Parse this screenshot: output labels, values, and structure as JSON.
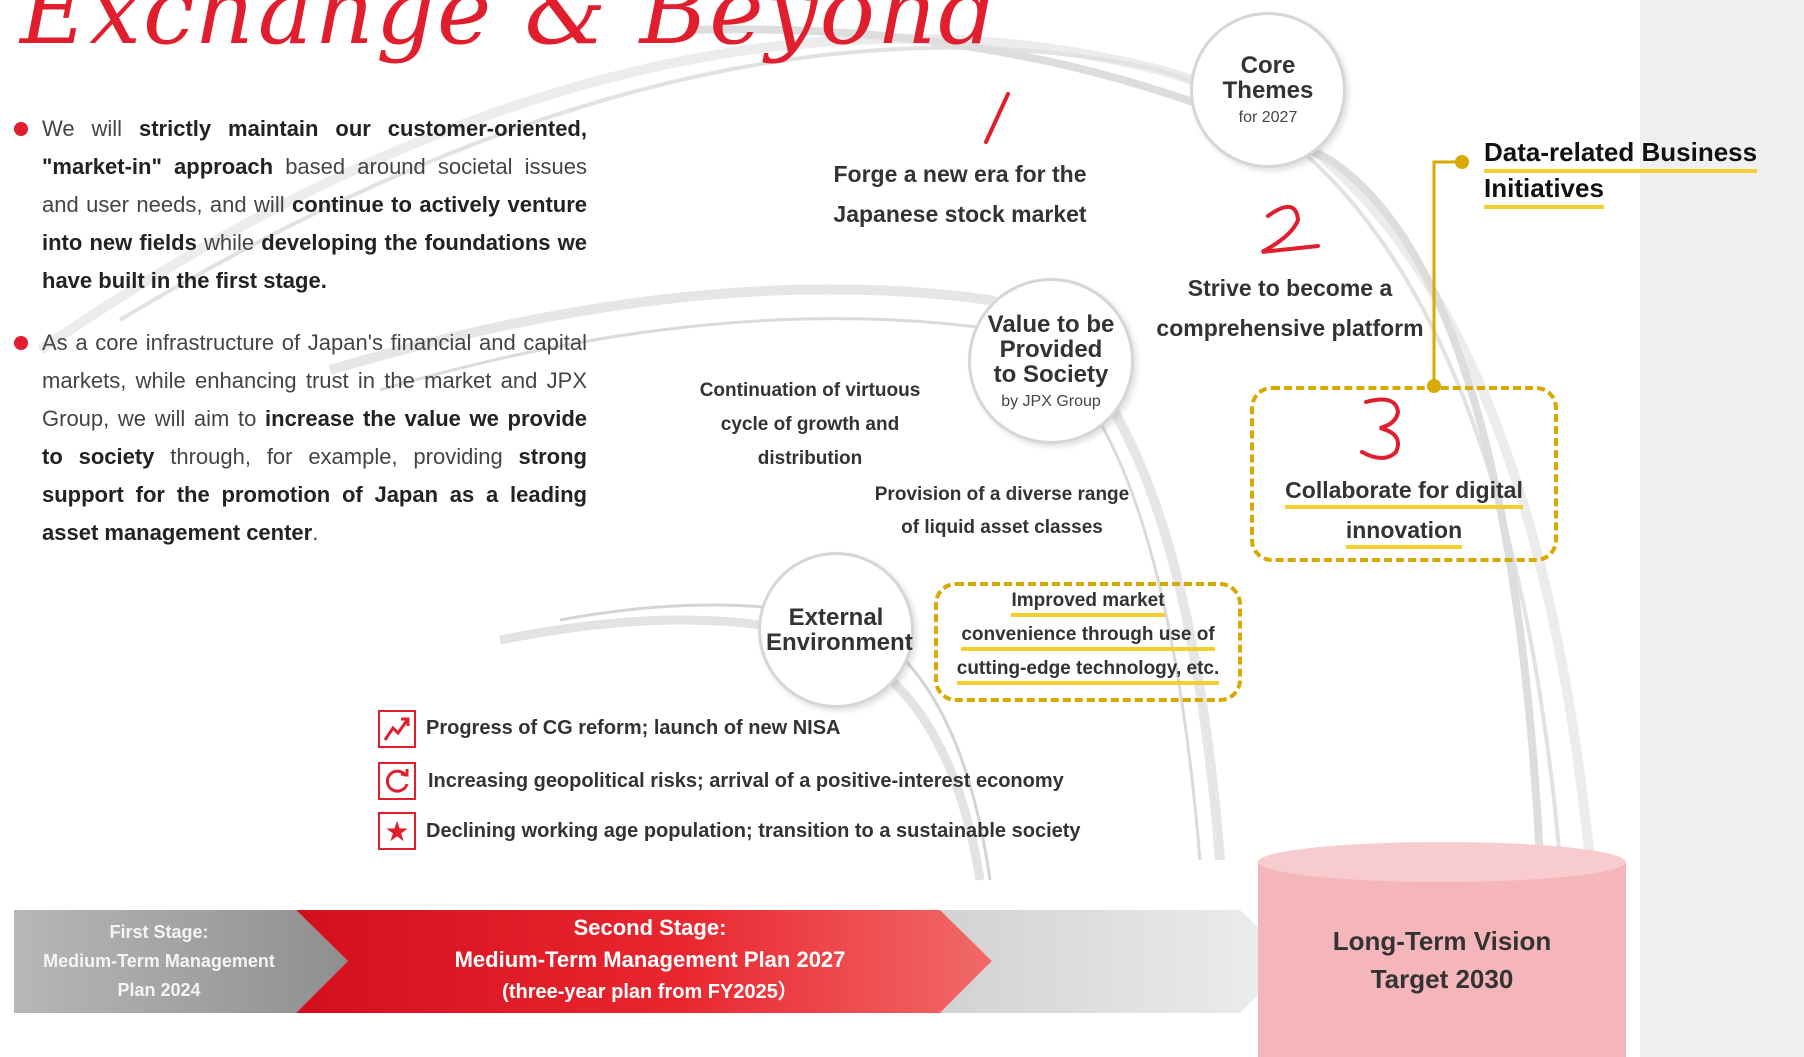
{
  "header": {
    "script_title": "Exchange & Beyond"
  },
  "bullets": [
    {
      "parts": [
        {
          "t": "We will ",
          "b": false
        },
        {
          "t": "strictly maintain our customer-oriented, \"market-in\" approach",
          "b": true
        },
        {
          "t": " based around societal issues and user needs, and will ",
          "b": false
        },
        {
          "t": "continue to actively venture into new fields",
          "b": true
        },
        {
          "t": " while ",
          "b": false
        },
        {
          "t": "developing the foundations we have built in the first stage.",
          "b": true
        }
      ]
    },
    {
      "parts": [
        {
          "t": "As a core infrastructure of Japan's financial and capital markets, while enhancing trust in the market and JPX Group, we will aim to ",
          "b": false
        },
        {
          "t": "increase the value we provide to society",
          "b": true
        },
        {
          "t": " through, for example, providing ",
          "b": false
        },
        {
          "t": "strong support for the promotion of Japan as a leading asset management center",
          "b": true
        },
        {
          "t": ".",
          "b": false
        }
      ]
    }
  ],
  "circles": {
    "core": {
      "title": "Core Themes",
      "sub": "for 2027"
    },
    "value": {
      "title": "Value to be Provided to Society",
      "sub": "by JPX Group"
    },
    "external": {
      "title": "External Environment"
    }
  },
  "themes": [
    {
      "num": "1",
      "line1": "Forge a new era for the",
      "line2": "Japanese stock market"
    },
    {
      "num": "2",
      "line1": "Strive to become a",
      "line2": "comprehensive platform"
    },
    {
      "num": "3",
      "line1": "Collaborate for digital",
      "line2": "innovation"
    }
  ],
  "values": {
    "virtuous": [
      "Continuation of virtuous",
      "cycle of growth and",
      "distribution"
    ],
    "diverse": [
      "Provision of a diverse range",
      "of liquid asset classes"
    ],
    "improved": [
      "Improved market",
      "convenience through use of",
      "cutting-edge technology, etc."
    ]
  },
  "callout": {
    "label": "Data-related Business Initiatives"
  },
  "environment": [
    {
      "icon": "trend-up-icon",
      "text": "Progress of CG reform; launch of new NISA"
    },
    {
      "icon": "cycle-icon",
      "text": "Increasing geopolitical risks; arrival of a positive-interest economy"
    },
    {
      "icon": "star-icon",
      "text": "Declining working age population; transition to a sustainable society"
    }
  ],
  "stages": {
    "first": [
      "First Stage:",
      "Medium-Term Management",
      "Plan 2024"
    ],
    "second": [
      "Second Stage:",
      "Medium-Term Management Plan 2027",
      "(three-year plan from FY2025）"
    ],
    "vision": [
      "Long-Term Vision",
      "Target 2030"
    ]
  },
  "colors": {
    "accent": "#e01e2d",
    "highlight": "#d8a900",
    "underline": "#f2cf2e",
    "vision_fill": "#f5b6bb"
  }
}
